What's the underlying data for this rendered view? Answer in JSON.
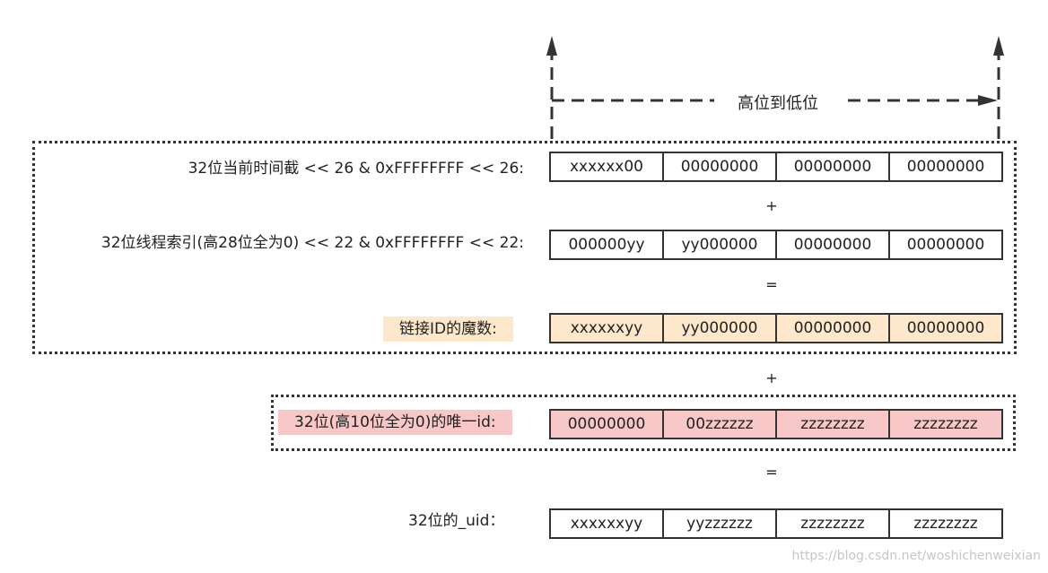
{
  "header": {
    "direction_label": "高位到低位"
  },
  "rows": [
    {
      "label": "32位当前时间截 <<  26  & 0xFFFFFFFF << 26:",
      "cells": [
        "xxxxxx00",
        "00000000",
        "00000000",
        "00000000"
      ]
    },
    {
      "label": "32位线程索引(高28位全为0) <<  22  & 0xFFFFFFFF << 22:",
      "cells": [
        "000000yy",
        "yy000000",
        "00000000",
        "00000000"
      ]
    },
    {
      "label": "链接ID的魔数:",
      "cells": [
        "xxxxxxyy",
        "yy000000",
        "00000000",
        "00000000"
      ]
    },
    {
      "label": "32位(高10位全为0)的唯一id:",
      "cells": [
        "00000000",
        "00zzzzzz",
        "zzzzzzzz",
        "zzzzzzzz"
      ]
    },
    {
      "label": "32位的_uid：",
      "cells": [
        "xxxxxxyy",
        "yyzzzzzz",
        "zzzzzzzz",
        "zzzzzzzz"
      ]
    }
  ],
  "operators": {
    "plus_1": "+",
    "equals_1": "=",
    "plus_2": "+",
    "equals_2": "="
  },
  "watermark": "https://blog.csdn.net/woshichenweixian",
  "colors": {
    "peach": "#fde8cc",
    "pink": "#f8c8c8",
    "line": "#333333"
  }
}
